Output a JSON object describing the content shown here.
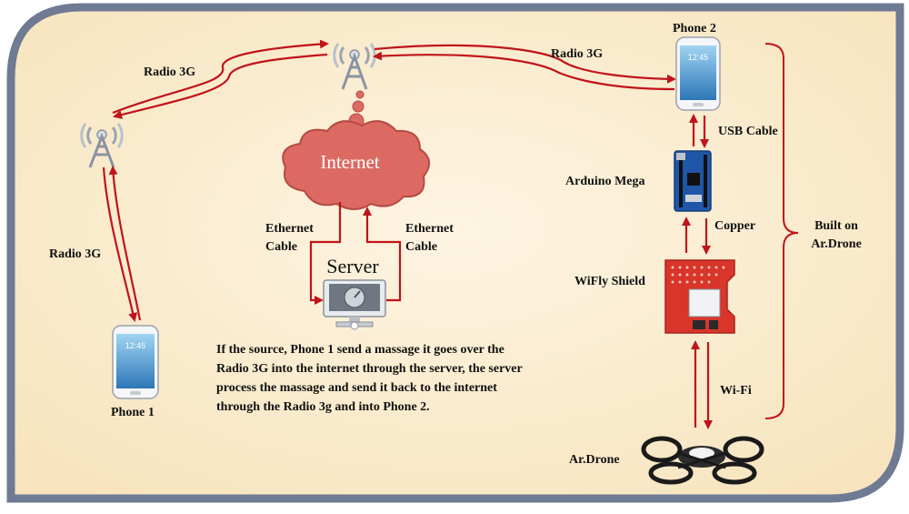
{
  "labels": {
    "radio_top_left": "Radio 3G",
    "radio_top_right": "Radio 3G",
    "radio_left": "Radio 3G",
    "phone2": "Phone 2",
    "phone1": "Phone 1",
    "usb_cable": "USB Cable",
    "arduino": "Arduino  Mega",
    "copper": "Copper",
    "wifly": "WiFly  Shield",
    "wifi": "Wi-Fi",
    "ardrone": "Ar.Drone",
    "built_on_1": "Built on",
    "built_on_2": "Ar.Drone",
    "internet": "Internet",
    "server": "Server",
    "eth_left_1": "Ethernet",
    "eth_left_2": "Cable",
    "eth_right_1": "Ethernet",
    "eth_right_2": "Cable",
    "phone_clock": "12:45"
  },
  "description": "If the source, Phone  1 send a massage it goes over the Radio 3G into the internet through  the server, the server process the massage and send it back to the internet  through  the Radio 3g and into Phone 2.",
  "colors": {
    "background": "#fbefd6",
    "frame": "#6f7a93",
    "arrow": "#c0141a",
    "cloud": "#dc6a62",
    "board_blue": "#1f56a8",
    "board_red": "#d9352b"
  },
  "icons": [
    "radio-tower-icon",
    "cloud-icon",
    "server-icon",
    "phone-icon",
    "arduino-board-icon",
    "wifly-shield-icon",
    "drone-icon"
  ]
}
